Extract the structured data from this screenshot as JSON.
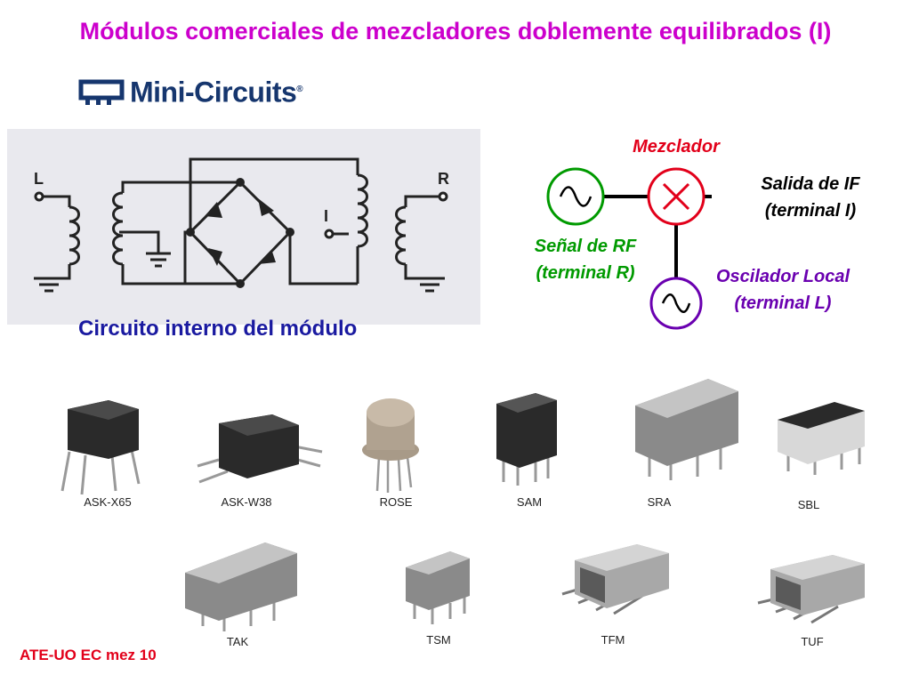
{
  "title": "Módulos comerciales de mezcladores doblemente equilibrados (I)",
  "logo": {
    "text": "Mini-Circuits",
    "reg": "®"
  },
  "circuit": {
    "caption": "Circuito interno del módulo",
    "terminal_l": "L",
    "terminal_r": "R",
    "terminal_i": "I"
  },
  "block_diagram": {
    "mixer_label": "Mezclador",
    "if_line1": "Salida de IF",
    "if_line2": "(terminal I)",
    "rf_line1": "Señal de RF",
    "rf_line2": "(terminal R)",
    "lo_line1": "Oscilador Local",
    "lo_line2": "(terminal L)",
    "colors": {
      "rf": "#009a00",
      "mixer": "#e2001a",
      "lo": "#6a00b0"
    }
  },
  "packages_row1": [
    "ASK-X65",
    "ASK-W38",
    "ROSE",
    "SAM",
    "SRA",
    "SBL"
  ],
  "packages_row2": [
    "TAK",
    "TSM",
    "TFM",
    "TUF"
  ],
  "footer": "ATE-UO EC mez 10"
}
